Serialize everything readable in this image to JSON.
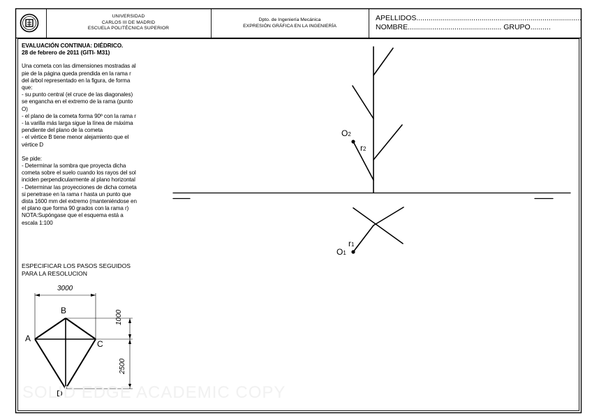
{
  "header": {
    "university_lines": [
      "UNIVERSIDAD",
      "CARLOS III DE MADRID",
      "ESCUELA POLITÉCNICA SUPERIOR"
    ],
    "department_lines": [
      "Dpto. de Ingeniería Mecánica",
      "EXPRESIÓN GRÁFICA EN LA INGENIERÍA"
    ],
    "surname_line": "APELLIDOS.................................................................................",
    "name_line": "NOMBRE.............................................. GRUPO..........",
    "logo": "university-seal-icon"
  },
  "exercise": {
    "title_lines": [
      "EVALUACIÓN CONTINUA: DIÉDRICO.",
      "28 de febrero de 2011 (GITI- M31)"
    ],
    "statement_lines": [
      "Una cometa con las dimensiones mostradas al",
      "pie de la página queda prendida en la rama r",
      "del árbol representado en la figura, de forma",
      "que:",
      "- su punto central (el cruce de las diagonales)",
      "se engancha en el extremo de la rama (punto",
      "O)",
      "- el plano de la cometa forma 90º con la rama r",
      "- la varilla más larga sigue la línea de máxima",
      "pendiente del plano de la cometa",
      "- el vértice B tiene menor alejamiento que el",
      "vértice D"
    ],
    "request_lines": [
      "Se pide:",
      "- Determinar la sombra que proyecta dicha",
      "cometa sobre el suelo cuando los rayos del sol",
      "inciden perpendicularmente al plano horizontal",
      "- Determinar las proyecciones de dicha cometa",
      "si penetrase en la rama r hasta un punto que",
      "dista 1600 mm del extremo (manteniéndose en",
      "el plano que forma 90 grados con la rama r)",
      "NOTA:Supóngase que el esquema está a",
      "escala 1:100"
    ],
    "steps_lines": [
      "ESPECIFICAR LOS PASOS SEGUIDOS",
      "PARA LA RESOLUCION"
    ]
  },
  "kite": {
    "vertex_labels": {
      "a": "A",
      "b": "B",
      "c": "C",
      "d": "D"
    },
    "width_dim": "3000",
    "upper_dim": "1000",
    "lower_dim": "2500"
  },
  "projection": {
    "elevation_point": "O",
    "elevation_point_sub": "2",
    "elevation_branch": "r",
    "elevation_branch_sub": "2",
    "plan_point": "O",
    "plan_point_sub": "1",
    "plan_branch": "r",
    "plan_branch_sub": "1"
  },
  "watermark": "SOLID EDGE ACADEMIC COPY"
}
